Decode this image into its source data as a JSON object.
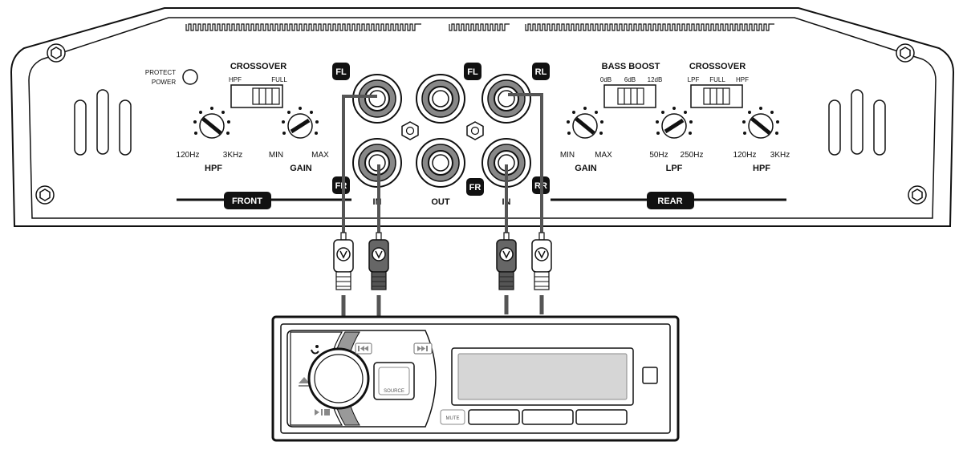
{
  "amplifier": {
    "led": {
      "line1": "PROTECT",
      "line2": "POWER"
    },
    "front": {
      "crossover_title": "CROSSOVER",
      "crossover_left": "HPF",
      "crossover_right": "FULL",
      "hpf_min": "120Hz",
      "hpf_max": "3KHz",
      "hpf_name": "HPF",
      "gain_min": "MIN",
      "gain_max": "MAX",
      "gain_name": "GAIN",
      "section_label": "FRONT"
    },
    "rear": {
      "bass_boost_title": "BASS BOOST",
      "bass_opt1": "0dB",
      "bass_opt2": "6dB",
      "bass_opt3": "12dB",
      "crossover_title": "CROSSOVER",
      "crossover_lpf": "LPF",
      "crossover_full": "FULL",
      "crossover_hpf": "HPF",
      "gain_min": "MIN",
      "gain_max": "MAX",
      "gain_name": "GAIN",
      "lpf_min": "50Hz",
      "lpf_max": "250Hz",
      "lpf_name": "LPF",
      "hpf_min": "120Hz",
      "hpf_max": "3KHz",
      "hpf_name": "HPF",
      "section_label": "REAR"
    },
    "jacks": {
      "fl_in": "FL",
      "fr_in": "FR",
      "fl_out": "FL",
      "fr_out": "FR",
      "rl_in": "RL",
      "rr_in": "RR",
      "in_left": "IN",
      "out": "OUT",
      "in_right": "IN"
    }
  },
  "head_unit": {
    "source_label": "SOURCE",
    "mute_label": "MUTE",
    "prev_icon": "prev-track-icon",
    "next_icon": "next-track-icon",
    "phone_icon": "phone-icon",
    "eject_icon": "eject-icon",
    "play_icon": "play-stop-icon"
  }
}
